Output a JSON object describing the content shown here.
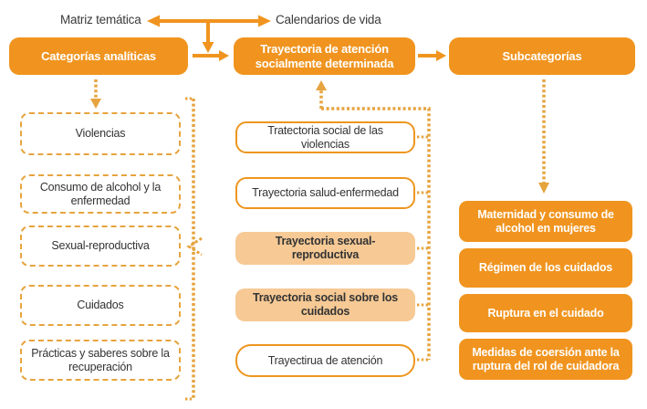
{
  "colors": {
    "orange": "#F0941F",
    "orange_border": "#ED961F",
    "golden_dash": "#E6A43E",
    "light_orange_fill": "#F6C995",
    "text_dark": "#383838",
    "box_text_white": "#FFFFFF"
  },
  "top": {
    "left_label": "Matriz temática",
    "right_label": "Calendarios de vida"
  },
  "headers": {
    "categories": "Categorías analíticas",
    "trajectory": "Trayectoria de atención socialmente determinada",
    "subcategories": "Subcategorías"
  },
  "left_column": {
    "items": [
      {
        "label": "Violencias"
      },
      {
        "label": "Consumo de alcohol y la enfermedad"
      },
      {
        "label": "Sexual-reproductiva"
      },
      {
        "label": "Cuidados"
      },
      {
        "label": "Prácticas y saberes sobre la recuperación"
      }
    ]
  },
  "middle_column": {
    "items": [
      {
        "label": "Tratectoria social de las violencias",
        "style": "outline"
      },
      {
        "label": "Trayectoria salud-enfermedad",
        "style": "outline"
      },
      {
        "label": "Trayectoria sexual-reproductiva",
        "style": "filled"
      },
      {
        "label": "Trayectoria social sobre los cuidados",
        "style": "filled"
      },
      {
        "label": "Trayectirua de atención",
        "style": "outline-round"
      }
    ]
  },
  "right_column": {
    "items": [
      {
        "label": "Maternidad y consumo de alcohol en mujeres"
      },
      {
        "label": "Régimen de los cuidados"
      },
      {
        "label": "Ruptura en el cuidado"
      },
      {
        "label": "Medidas de coersión ante la ruptura del rol de cuidadora"
      }
    ]
  },
  "connectors": [
    {
      "from": "Matriz temática",
      "to": "Calendarios de vida",
      "style": "solid-double-arrow"
    },
    {
      "from": "matriz-calendarios line",
      "to": "header gap",
      "style": "solid-down-arrow"
    },
    {
      "from": "Categorías analíticas",
      "to": "Trayectoria de atención socialmente determinada",
      "style": "solid-right-arrow"
    },
    {
      "from": "Trayectoria de atención socialmente determinada",
      "to": "Subcategorías",
      "style": "solid-right-arrow"
    },
    {
      "from": "Categorías analíticas",
      "to": "left column",
      "style": "dashed-down-arrow"
    },
    {
      "from": "middle column bracket",
      "to": "Trayectoria de atención socialmente determinada",
      "style": "dashed-up-arrow"
    },
    {
      "from": "Subcategorías",
      "to": "right column",
      "style": "dashed-down-arrow"
    },
    {
      "from": "left column",
      "to": "left bracket with left chevron",
      "style": "dashed-bracket"
    },
    {
      "from": "middle column boxes",
      "to": "right-side dashed bracket",
      "style": "dashed-bracket"
    }
  ]
}
